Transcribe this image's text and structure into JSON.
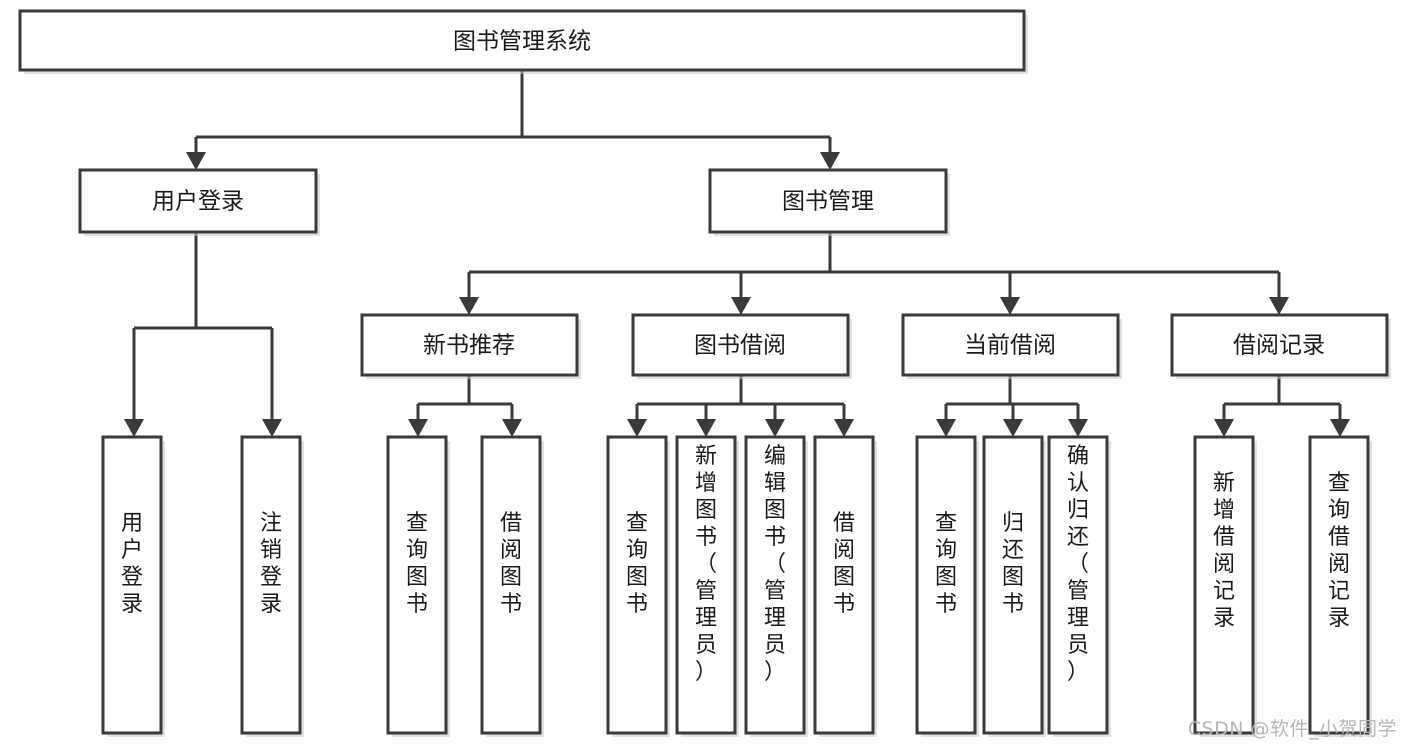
{
  "diagram": {
    "title": "图书管理系统",
    "type": "tree-hierarchy-diagram",
    "colors": {
      "box_border": "#3a3a3a",
      "box_fill": "#ffffff",
      "connector": "#3a3a3a",
      "text": "#1a1a1a",
      "watermark": "#b6b6b6",
      "background": "#ffffff"
    },
    "root": {
      "label": "图书管理系统"
    },
    "level2": [
      {
        "label": "用户登录"
      },
      {
        "label": "图书管理"
      }
    ],
    "level3": [
      {
        "label": "新书推荐"
      },
      {
        "label": "图书借阅"
      },
      {
        "label": "当前借阅"
      },
      {
        "label": "借阅记录"
      }
    ],
    "leaves": {
      "user_login": [
        {
          "label": "用户登录"
        },
        {
          "label": "注销登录"
        }
      ],
      "new_book_recommend": [
        {
          "label": "查询图书"
        },
        {
          "label": "借阅图书"
        }
      ],
      "book_borrow": [
        {
          "label": "查询图书"
        },
        {
          "label": "新增图书（管理员）"
        },
        {
          "label": "编辑图书（管理员）"
        },
        {
          "label": "借阅图书"
        }
      ],
      "current_borrow": [
        {
          "label": "查询图书"
        },
        {
          "label": "归还图书"
        },
        {
          "label": "确认归还（管理员）"
        }
      ],
      "borrow_records": [
        {
          "label": "新增借阅记录"
        },
        {
          "label": "查询借阅记录"
        }
      ]
    }
  },
  "watermark": {
    "text": "CSDN @软件_小贺同学"
  }
}
